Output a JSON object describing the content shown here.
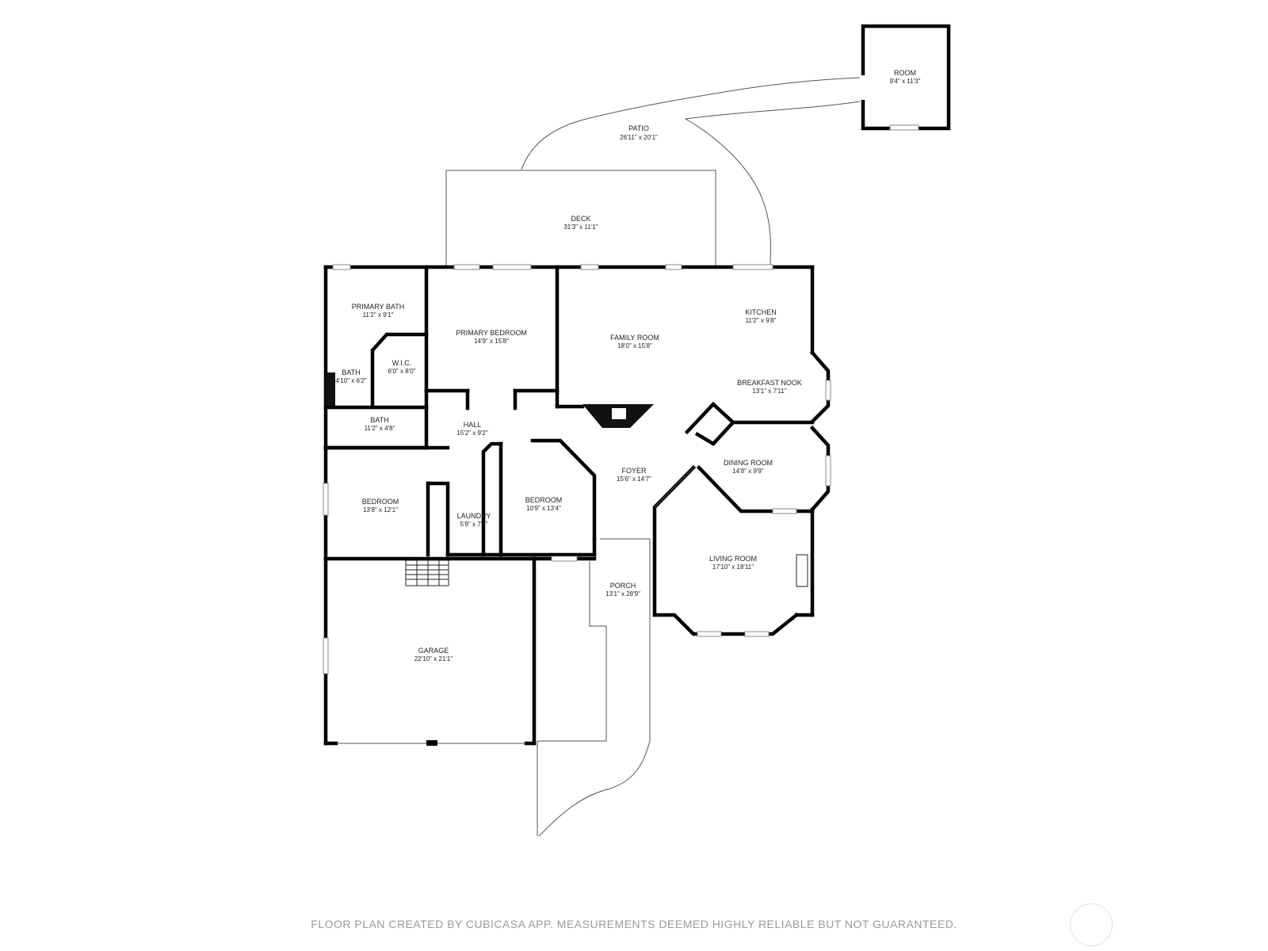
{
  "rooms": [
    {
      "id": "room",
      "name": "ROOM",
      "dim": "9'4\" x 11'3\""
    },
    {
      "id": "patio",
      "name": "PATIO",
      "dim": "26'11\" x 20'1\""
    },
    {
      "id": "deck",
      "name": "DECK",
      "dim": "31'3\" x 11'1\""
    },
    {
      "id": "primary-bath",
      "name": "PRIMARY BATH",
      "dim": "11'2\" x 9'1\""
    },
    {
      "id": "primary-bedroom",
      "name": "PRIMARY BEDROOM",
      "dim": "14'9\" x 15'8\""
    },
    {
      "id": "family-room",
      "name": "FAMILY ROOM",
      "dim": "18'0\" x 15'8\""
    },
    {
      "id": "kitchen",
      "name": "KITCHEN",
      "dim": "11'2\" x 9'8\""
    },
    {
      "id": "wic",
      "name": "W.I.C.",
      "dim": "6'0\" x 8'0\""
    },
    {
      "id": "bath-small",
      "name": "BATH",
      "dim": "4'10\" x 6'2\""
    },
    {
      "id": "breakfast-nook",
      "name": "BREAKFAST NOOK",
      "dim": "13'1\" x 7'11\""
    },
    {
      "id": "bath",
      "name": "BATH",
      "dim": "11'2\" x 4'8\""
    },
    {
      "id": "hall",
      "name": "HALL",
      "dim": "15'2\" x 9'2\""
    },
    {
      "id": "dining-room",
      "name": "DINING ROOM",
      "dim": "14'8\" x 9'9\""
    },
    {
      "id": "foyer",
      "name": "FOYER",
      "dim": "15'6\" x 14'7\""
    },
    {
      "id": "bedroom-1",
      "name": "BEDROOM",
      "dim": "13'8\" x 12'1\""
    },
    {
      "id": "laundry",
      "name": "LAUNDRY",
      "dim": "5'8\" x 7'7\""
    },
    {
      "id": "bedroom-2",
      "name": "BEDROOM",
      "dim": "10'9\" x 13'4\""
    },
    {
      "id": "living-room",
      "name": "LIVING ROOM",
      "dim": "17'10\" x 18'11\""
    },
    {
      "id": "porch",
      "name": "PORCH",
      "dim": "13'1\" x 28'9\""
    },
    {
      "id": "garage",
      "name": "GARAGE",
      "dim": "22'10\" x 21'1\""
    }
  ],
  "footer": {
    "disclaimer": "FLOOR PLAN CREATED BY CUBICASA APP. MEASUREMENTS DEEMED HIGHLY RELIABLE BUT NOT GUARANTEED."
  },
  "colors": {
    "wall": "#000000",
    "text": "#222222",
    "footer_text": "#9a9a9a"
  },
  "icons": {
    "logo": "cubicasa-logo-icon"
  }
}
